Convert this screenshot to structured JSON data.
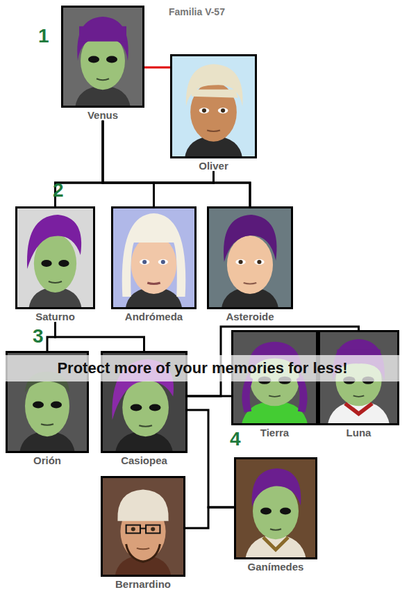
{
  "diagram": {
    "title": "Familia V-57",
    "nodes": [
      {
        "text": [
          "Venus"
        ]
      },
      {
        "text": [
          "Oliver"
        ]
      },
      {
        "text": [
          "Saturno"
        ]
      },
      {
        "text": [
          "Andrómeda"
        ]
      },
      {
        "text": [
          "Asteroide"
        ]
      },
      {
        "text": [
          "Orión"
        ]
      },
      {
        "text": [
          "Casiopea"
        ]
      },
      {
        "text": [
          "Tierra"
        ]
      },
      {
        "text": [
          "Luna"
        ]
      },
      {
        "text": [
          "Bernardino"
        ]
      },
      {
        "text": [
          "Ganímedes"
        ]
      }
    ],
    "edges": [
      {
        "from": 0,
        "to": 1,
        "arrow": "none"
      },
      {
        "from": 0,
        "to": 2,
        "arrow": "none"
      },
      {
        "from": 0,
        "to": 3,
        "arrow": "none"
      },
      {
        "from": 0,
        "to": 4,
        "arrow": "none"
      },
      {
        "from": 1,
        "to": 2,
        "arrow": "none"
      },
      {
        "from": 1,
        "to": 3,
        "arrow": "none"
      },
      {
        "from": 1,
        "to": 4,
        "arrow": "none"
      },
      {
        "from": 2,
        "to": 5,
        "arrow": "none"
      },
      {
        "from": 2,
        "to": 6,
        "arrow": "none"
      },
      {
        "from": 6,
        "to": 7,
        "arrow": "none"
      },
      {
        "from": 6,
        "to": 8,
        "arrow": "none"
      },
      {
        "from": 6,
        "to": 10,
        "arrow": "none"
      },
      {
        "from": 9,
        "to": 10,
        "arrow": "none"
      }
    ],
    "labels": [
      "1",
      "2",
      "3",
      "Protect more of your memories for less!",
      "4"
    ]
  }
}
